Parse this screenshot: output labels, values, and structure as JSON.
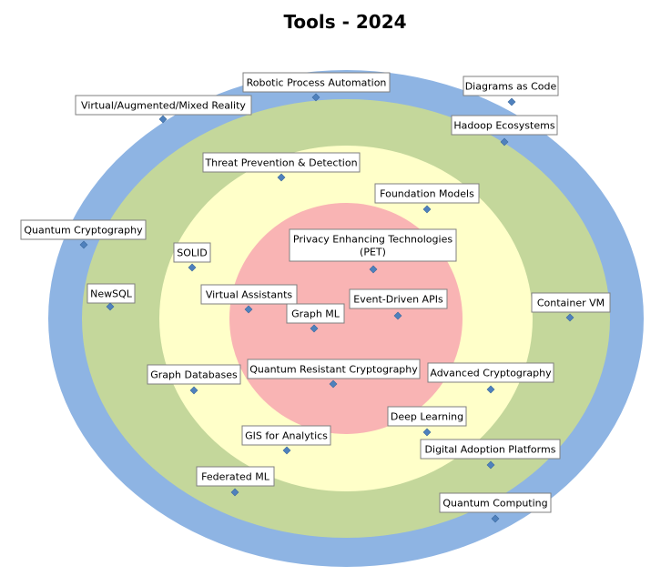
{
  "chart_data": {
    "type": "scatter",
    "title": "Tools - 2024",
    "rings": [
      {
        "name": "outer",
        "color": "#8eb4e3"
      },
      {
        "name": "ring3",
        "color": "#c4d79b"
      },
      {
        "name": "ring2",
        "color": "#ffffc9"
      },
      {
        "name": "center",
        "color": "#f9b4b4"
      }
    ],
    "marker_color": "#4f81bd",
    "points": [
      {
        "label": [
          "Robotic Process Automation"
        ]
      },
      {
        "label": [
          "Diagrams as Code"
        ]
      },
      {
        "label": [
          "Virtual/Augmented/Mixed  Reality"
        ]
      },
      {
        "label": [
          "Hadoop Ecosystems"
        ]
      },
      {
        "label": [
          "Threat Prevention & Detection"
        ]
      },
      {
        "label": [
          "Foundation Models"
        ]
      },
      {
        "label": [
          "Quantum Cryptography"
        ]
      },
      {
        "label": [
          "SOLID"
        ]
      },
      {
        "label": [
          "Privacy Enhancing Technologies",
          "(PET)"
        ]
      },
      {
        "label": [
          "NewSQL"
        ]
      },
      {
        "label": [
          "Virtual Assistants"
        ]
      },
      {
        "label": [
          "Event-Driven APIs"
        ]
      },
      {
        "label": [
          "Container VM"
        ]
      },
      {
        "label": [
          "Graph ML"
        ]
      },
      {
        "label": [
          "Graph Databases"
        ]
      },
      {
        "label": [
          "Quantum Resistant Cryptography"
        ]
      },
      {
        "label": [
          "Advanced Cryptography"
        ]
      },
      {
        "label": [
          "Deep Learning"
        ]
      },
      {
        "label": [
          "GIS for Analytics"
        ]
      },
      {
        "label": [
          "Digital Adoption Platforms"
        ]
      },
      {
        "label": [
          "Federated  ML"
        ]
      },
      {
        "label": [
          "Quantum Computing"
        ]
      }
    ]
  }
}
